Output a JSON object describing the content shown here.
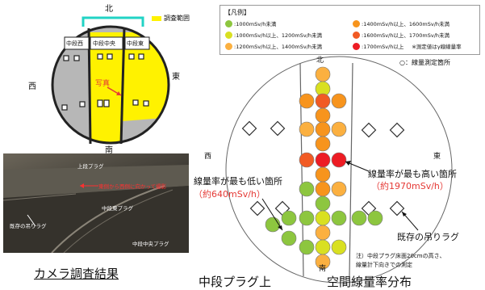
{
  "top_diagram": {
    "north": "北",
    "south": "南",
    "west": "西",
    "east": "東",
    "survey_range": "調査範囲",
    "plug_west": "中段西",
    "plug_center": "中段中央",
    "plug_east": "中段東",
    "photo_label": "写真"
  },
  "photo": {
    "upper_plug": "上段プラグ",
    "direction_note": "東側から西側に向かって撮影",
    "east_plug": "中段東プラグ",
    "lifting_lug": "既存の吊りラグ",
    "center_plug": "中段中央プラグ"
  },
  "camera_caption": "カメラ調査結果",
  "legend": {
    "title": "【凡例】",
    "items": [
      {
        "label": ":1000mSv/h未満",
        "color": "#8dc63f"
      },
      {
        "label": ":1000mSv/h以上、1200mSv/h未満",
        "color": "#d9e021"
      },
      {
        "label": ":1200mSv/h以上、1400mSv/h未満",
        "color": "#fbb040"
      },
      {
        "label": ":1400mSv/h以上、1600mSv/h未満",
        "color": "#f7941d"
      },
      {
        "label": ":1600mSv/h以上、1700mSv/h未満",
        "color": "#f15a24"
      },
      {
        "label": ":1700mSv/h以上",
        "color": "#ed1c24"
      }
    ],
    "note": "※測定値はγ線線量率"
  },
  "measure_point": "○：線量測定箇所",
  "big_diagram": {
    "north": "北",
    "south": "南",
    "west": "西",
    "east": "東",
    "highest": "線量率が最も高い箇所",
    "highest_value": "（約1970mSv/h）",
    "lowest": "線量率が最も低い箇所",
    "lowest_value": "（約640mSv/h）",
    "existing_lug": "既存の吊りラグ",
    "footnote_1": "注）中段プラグ床面20cmの高さ、",
    "footnote_2": "線量計下向きでの測定"
  },
  "caption_main": "中段プラグ上",
  "caption_sub": "空間線量率分布"
}
